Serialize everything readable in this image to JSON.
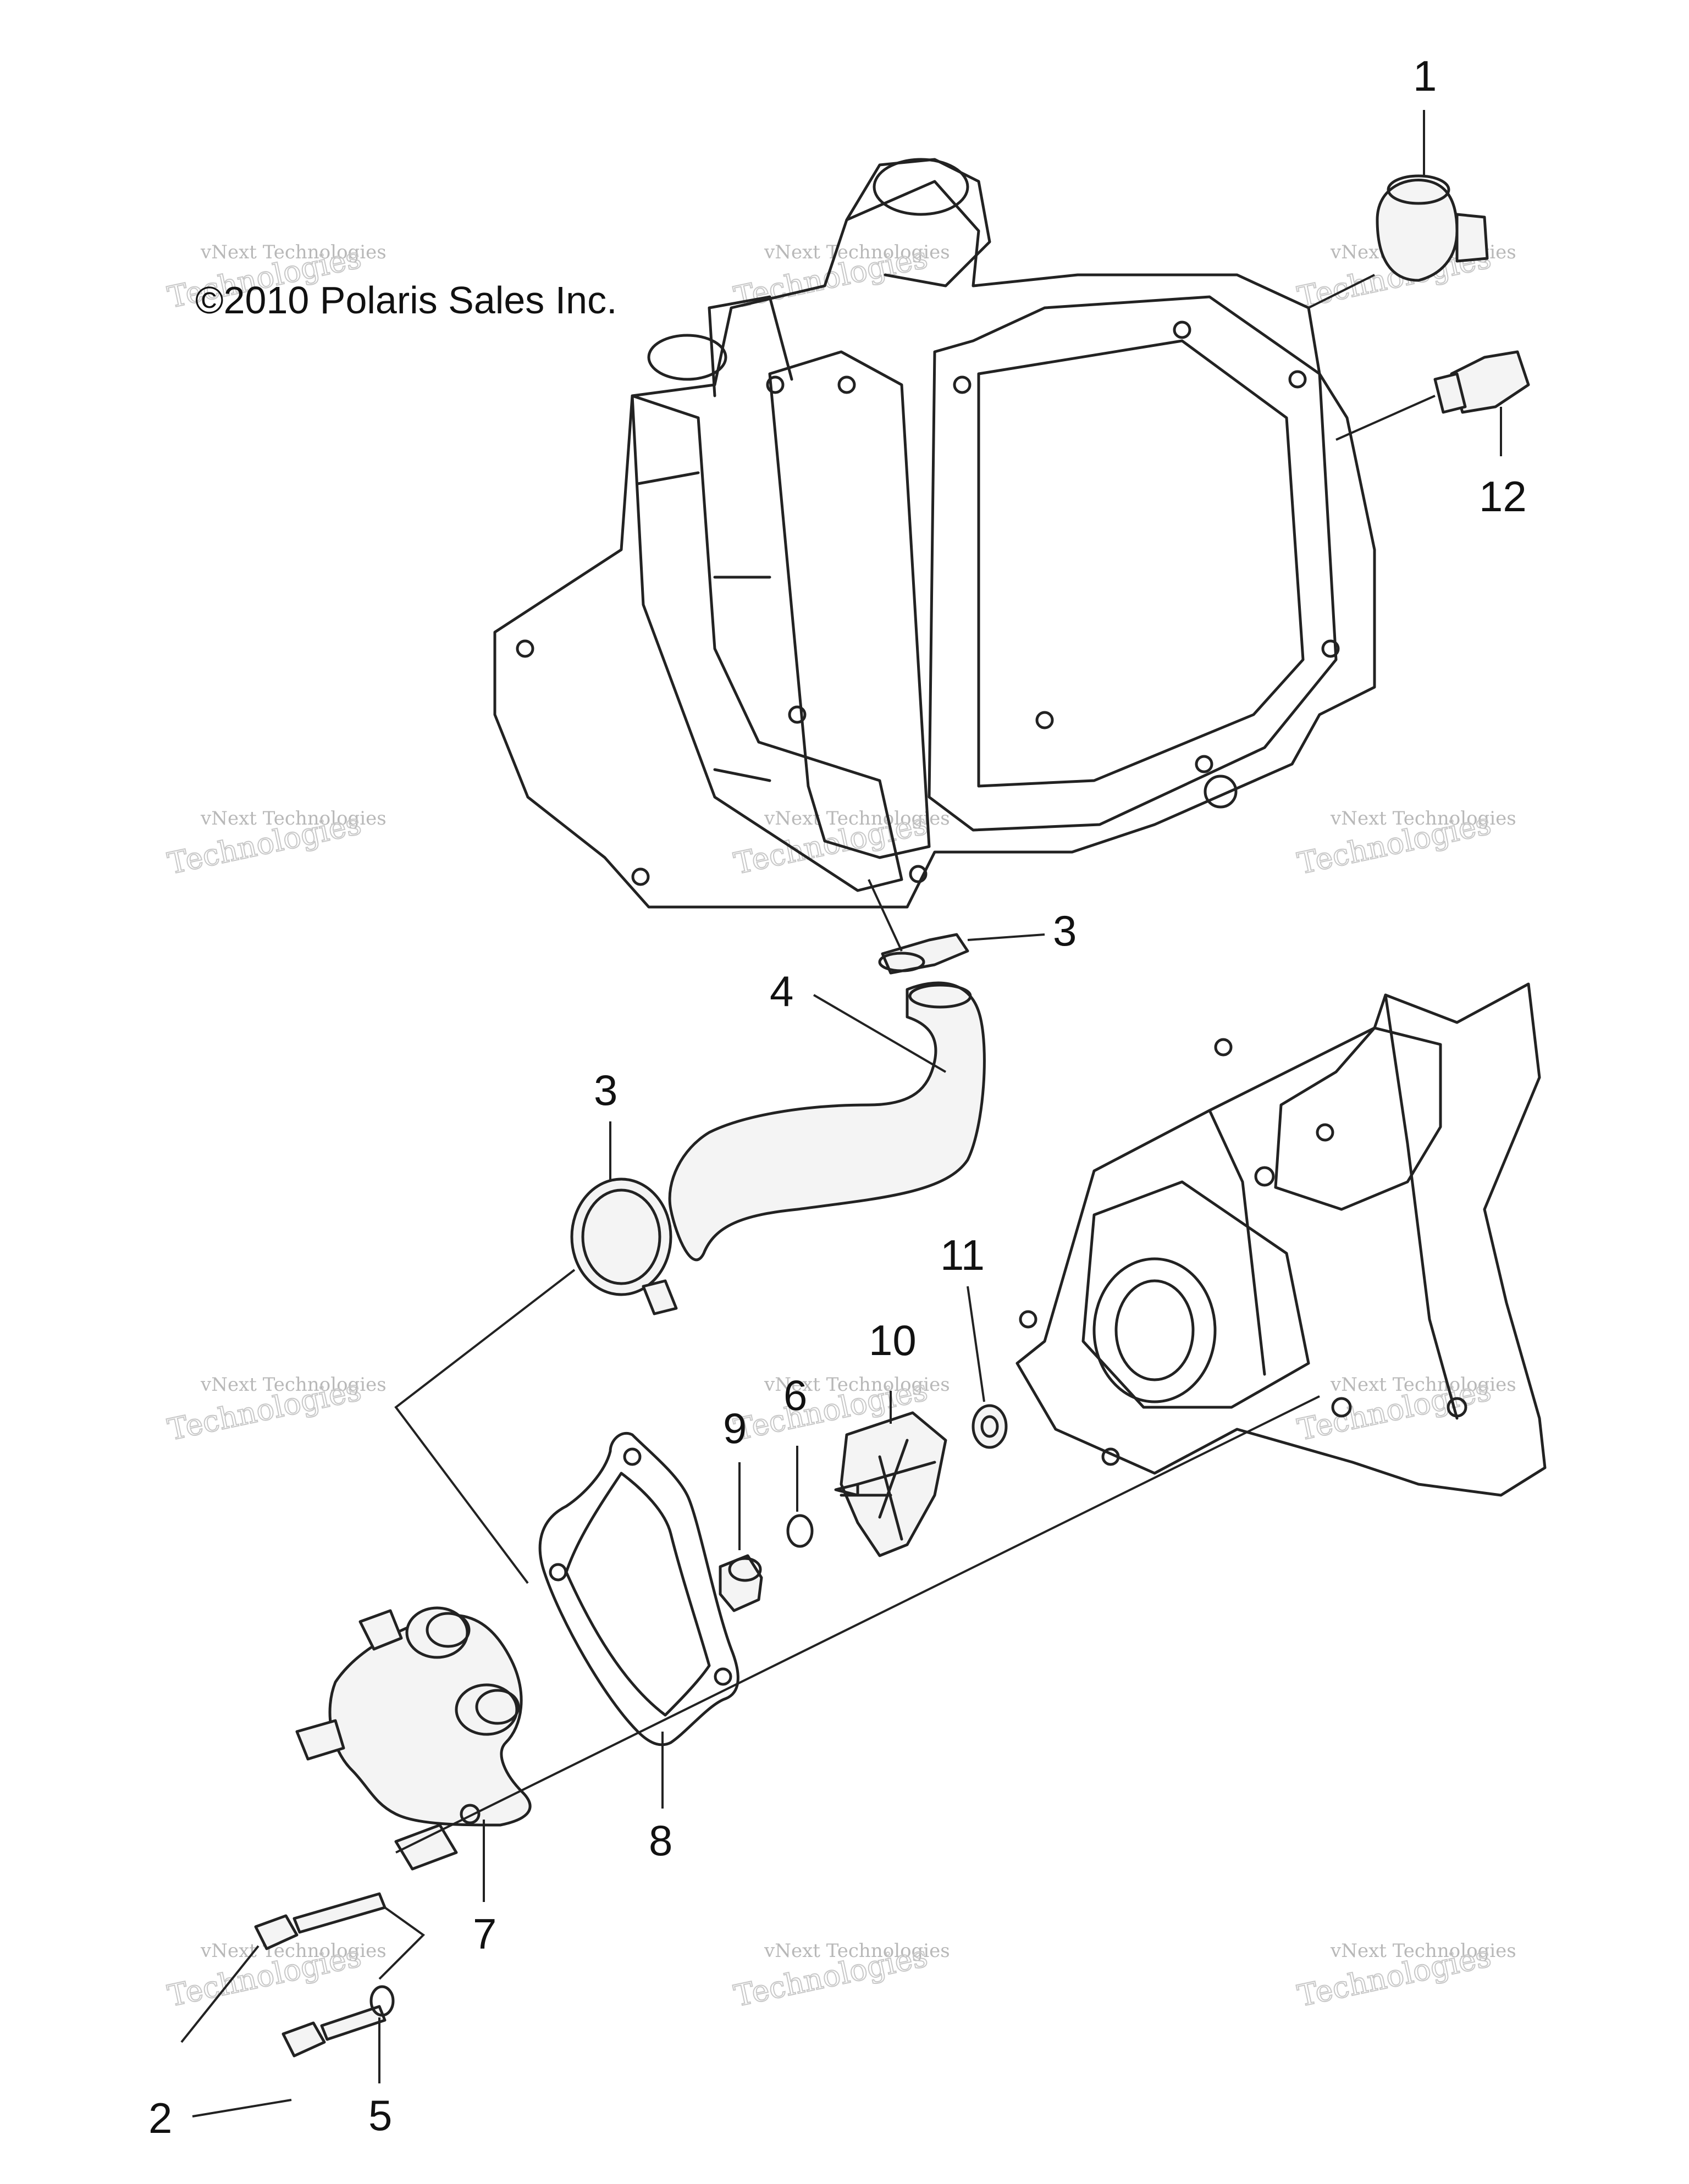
{
  "copyright": "©2010 Polaris Sales Inc.",
  "watermark": {
    "line1": "vNext",
    "line2": "vNext Technologies",
    "line3": "Technologies"
  },
  "callouts": [
    "1",
    "12",
    "3",
    "4",
    "3",
    "11",
    "10",
    "9",
    "6",
    "8",
    "7",
    "2",
    "5"
  ]
}
